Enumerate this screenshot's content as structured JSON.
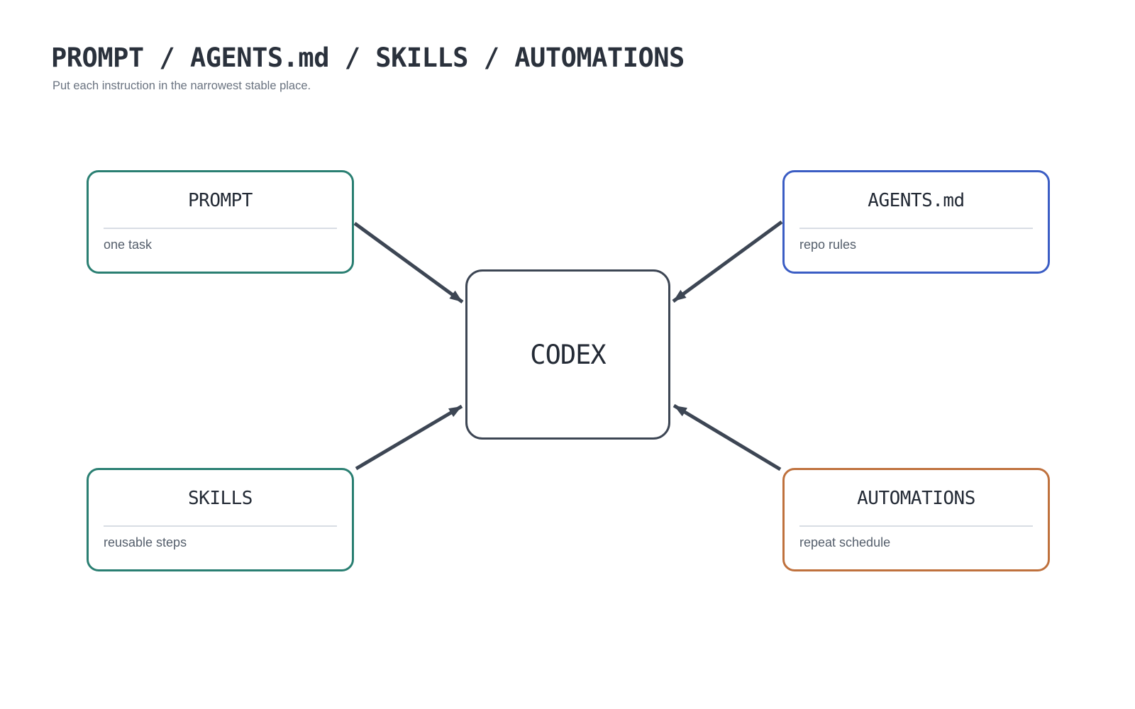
{
  "page": {
    "title": "PROMPT / AGENTS.md / SKILLS / AUTOMATIONS",
    "subtitle": "Put each instruction in the narrowest stable place."
  },
  "center_node": {
    "label": "CODEX"
  },
  "nodes": {
    "prompt": {
      "title": "PROMPT",
      "note": "one task",
      "accent": "#2a7f72"
    },
    "agents": {
      "title": "AGENTS.md",
      "note": "repo rules",
      "accent": "#3b5dc4"
    },
    "skills": {
      "title": "SKILLS",
      "note": "reusable steps",
      "accent": "#2a7f72"
    },
    "automations": {
      "title": "AUTOMATIONS",
      "note": "repeat schedule",
      "accent": "#bf713d"
    }
  },
  "colors": {
    "arrow": "#3d4654",
    "center_border": "#3d4654",
    "teal_accent": "#2a7f72",
    "blue_accent": "#3b5dc4",
    "orange_accent": "#bf713d",
    "divider": "#d8dde4",
    "title_text": "#2a313c",
    "note_text": "#545e6b",
    "background": "#ffffff"
  }
}
